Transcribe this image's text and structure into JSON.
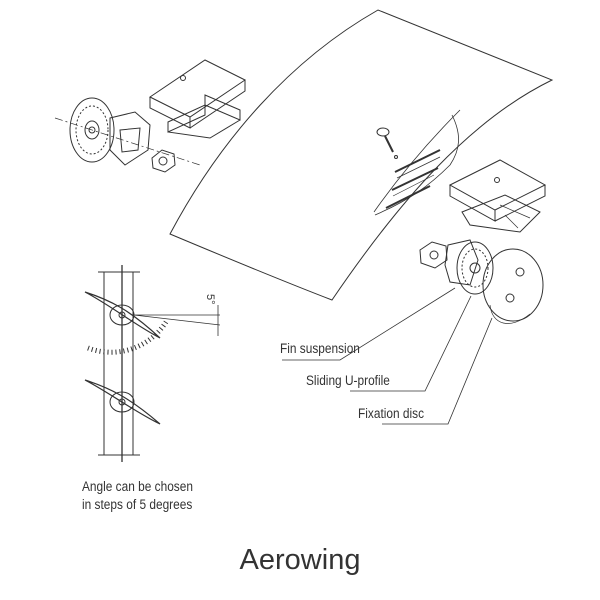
{
  "title": "Aerowing",
  "labels": {
    "fin_suspension": "Fin suspension",
    "sliding_u_profile": "Sliding U-profile",
    "fixation_disc": "Fixation disc"
  },
  "angle_note": {
    "line1": "Angle can be chosen",
    "line2": "in steps of 5 degrees",
    "angle_mark": "5°"
  }
}
